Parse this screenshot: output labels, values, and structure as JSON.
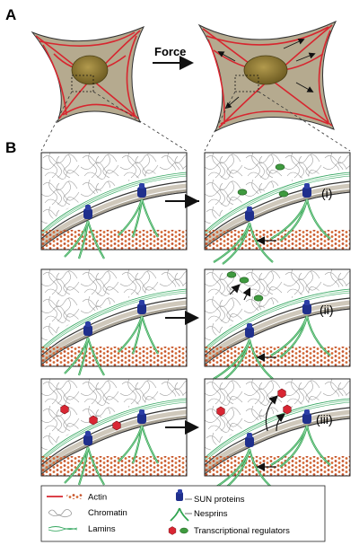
{
  "panels": {
    "a": "A",
    "b": "B"
  },
  "force_label": "Force",
  "rows": [
    {
      "label": "(i)"
    },
    {
      "label": "(ii)"
    },
    {
      "label": "(iii)"
    }
  ],
  "legend": {
    "items": [
      {
        "text": "Actin"
      },
      {
        "text": "Chromatin"
      },
      {
        "text": "Lamins"
      },
      {
        "text": "SUN proteins"
      },
      {
        "text": "Nesprins"
      },
      {
        "text": "Transcriptional regulators"
      }
    ]
  },
  "colors": {
    "cell_fill": "#b5aa8f",
    "actin": "#d7262f",
    "actin_bundle": "#c85a28",
    "nucleus": "#8e7a38",
    "lamins": "#33a65e",
    "sun": "#1f2f8c",
    "nesprin": "#2fa34f",
    "regulator_green": "#3f9a3f",
    "regulator_red": "#d92633",
    "envelope": "#c9c3b7"
  }
}
